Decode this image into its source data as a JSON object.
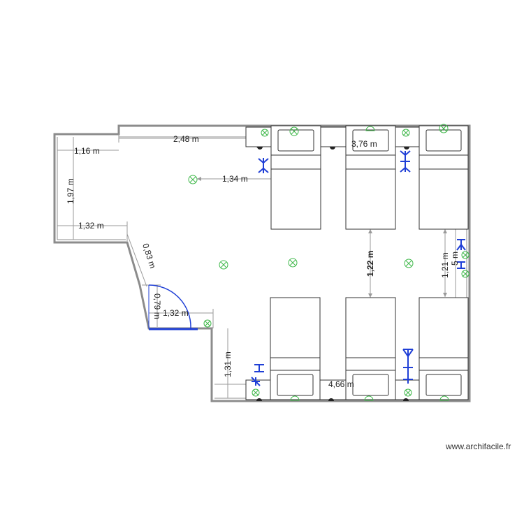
{
  "dimensions": {
    "d_248": "2,48 m",
    "d_376": "3,76 m",
    "d_116": "1,16 m",
    "d_197": "1,97 m",
    "d_134": "1,34 m",
    "d_132_top": "1,32 m",
    "d_083": "0,83 m",
    "d_079": "0,79 m",
    "d_132_bottom": "1,32 m",
    "d_122": "1,22 m",
    "d_121": "1,21 m",
    "d_5": "5 m",
    "d_131": "1,31 m",
    "d_466": "4,66 m"
  },
  "watermark": "www.archifacile.fr",
  "colors": {
    "wall": "#8c8c8c",
    "furniture": "#333333",
    "dimension": "#9a9a9a",
    "light": "#3fb84a",
    "outlet": "#1f3fd6",
    "door": "#1f3fd6"
  },
  "symbols": {
    "ceiling_light": "ceiling-light-icon",
    "wall_light": "wall-light-icon",
    "switch": "switch-icon",
    "socket": "socket-icon"
  }
}
